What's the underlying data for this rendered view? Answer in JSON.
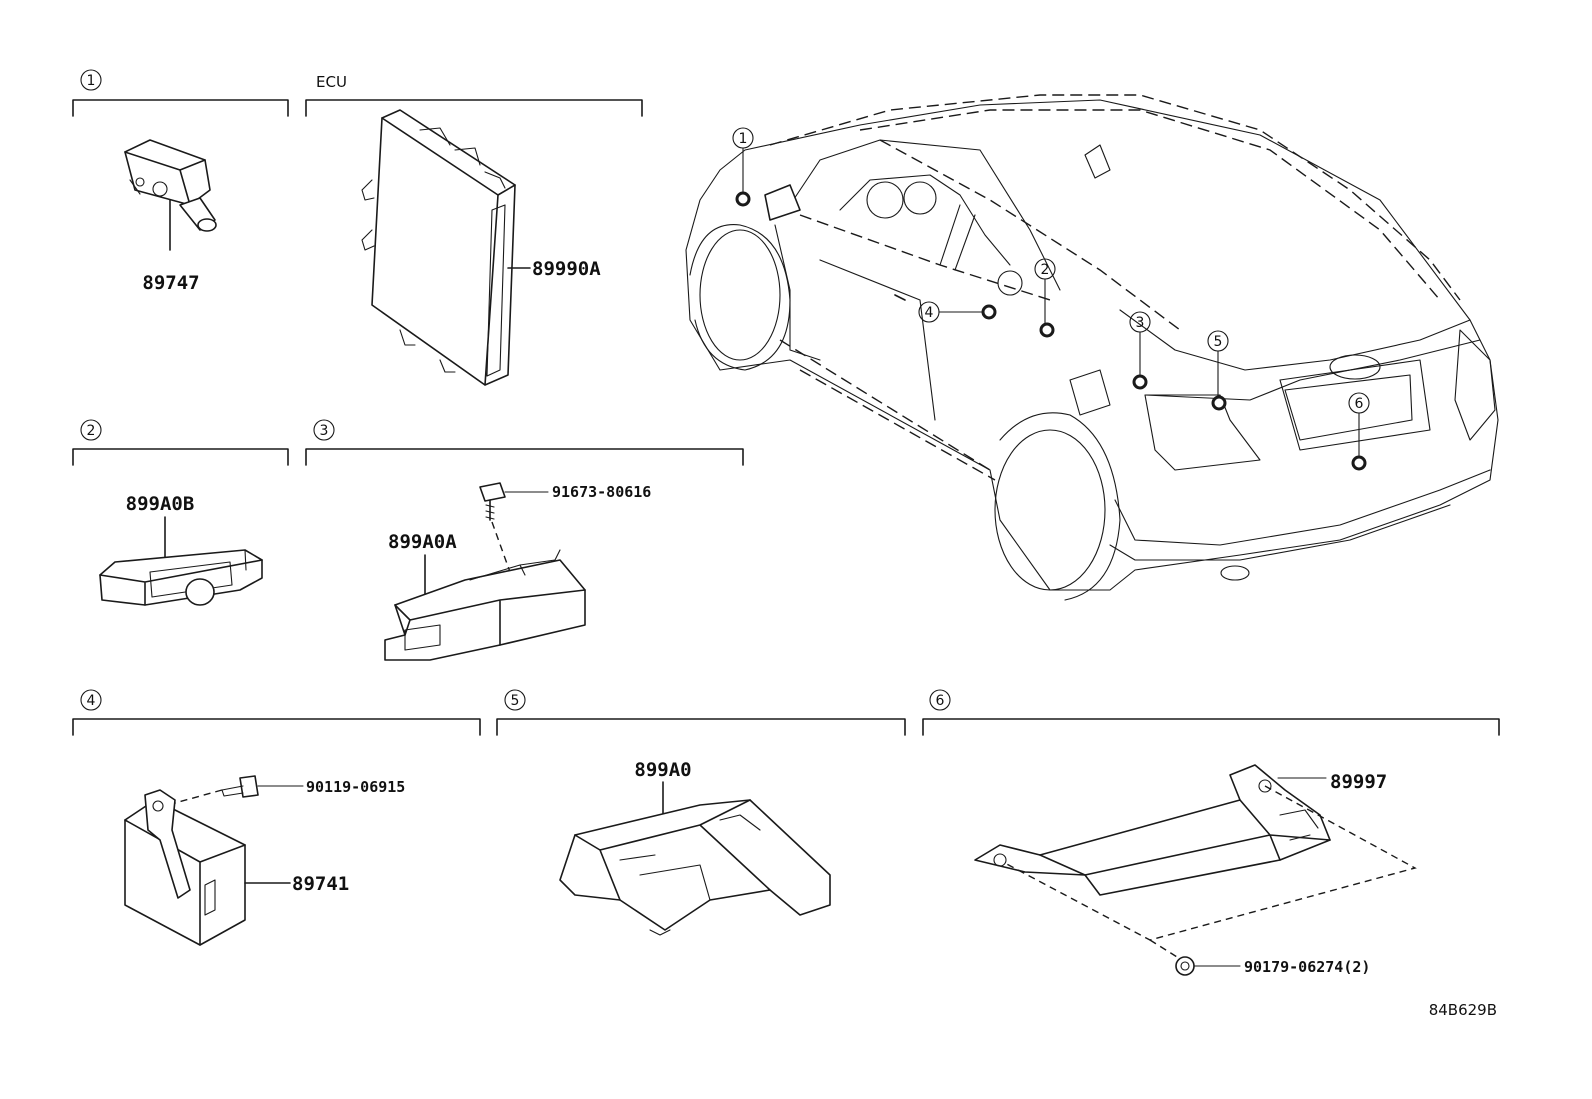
{
  "sections": [
    {
      "number": "1",
      "parts": [
        "89747"
      ]
    },
    {
      "label": "ECU",
      "parts": [
        "89990A"
      ]
    },
    {
      "number": "2",
      "parts": [
        "899A0B"
      ]
    },
    {
      "number": "3",
      "parts": [
        "899A0A",
        "91673-80616"
      ]
    },
    {
      "number": "4",
      "parts": [
        "90119-06915",
        "89741"
      ]
    },
    {
      "number": "5",
      "parts": [
        "899A0"
      ]
    },
    {
      "number": "6",
      "parts": [
        "89997",
        "90179-06274(2)"
      ]
    }
  ],
  "vehicle_callouts": [
    "1",
    "2",
    "3",
    "4",
    "5",
    "6"
  ],
  "illustration_code": "84B629B"
}
